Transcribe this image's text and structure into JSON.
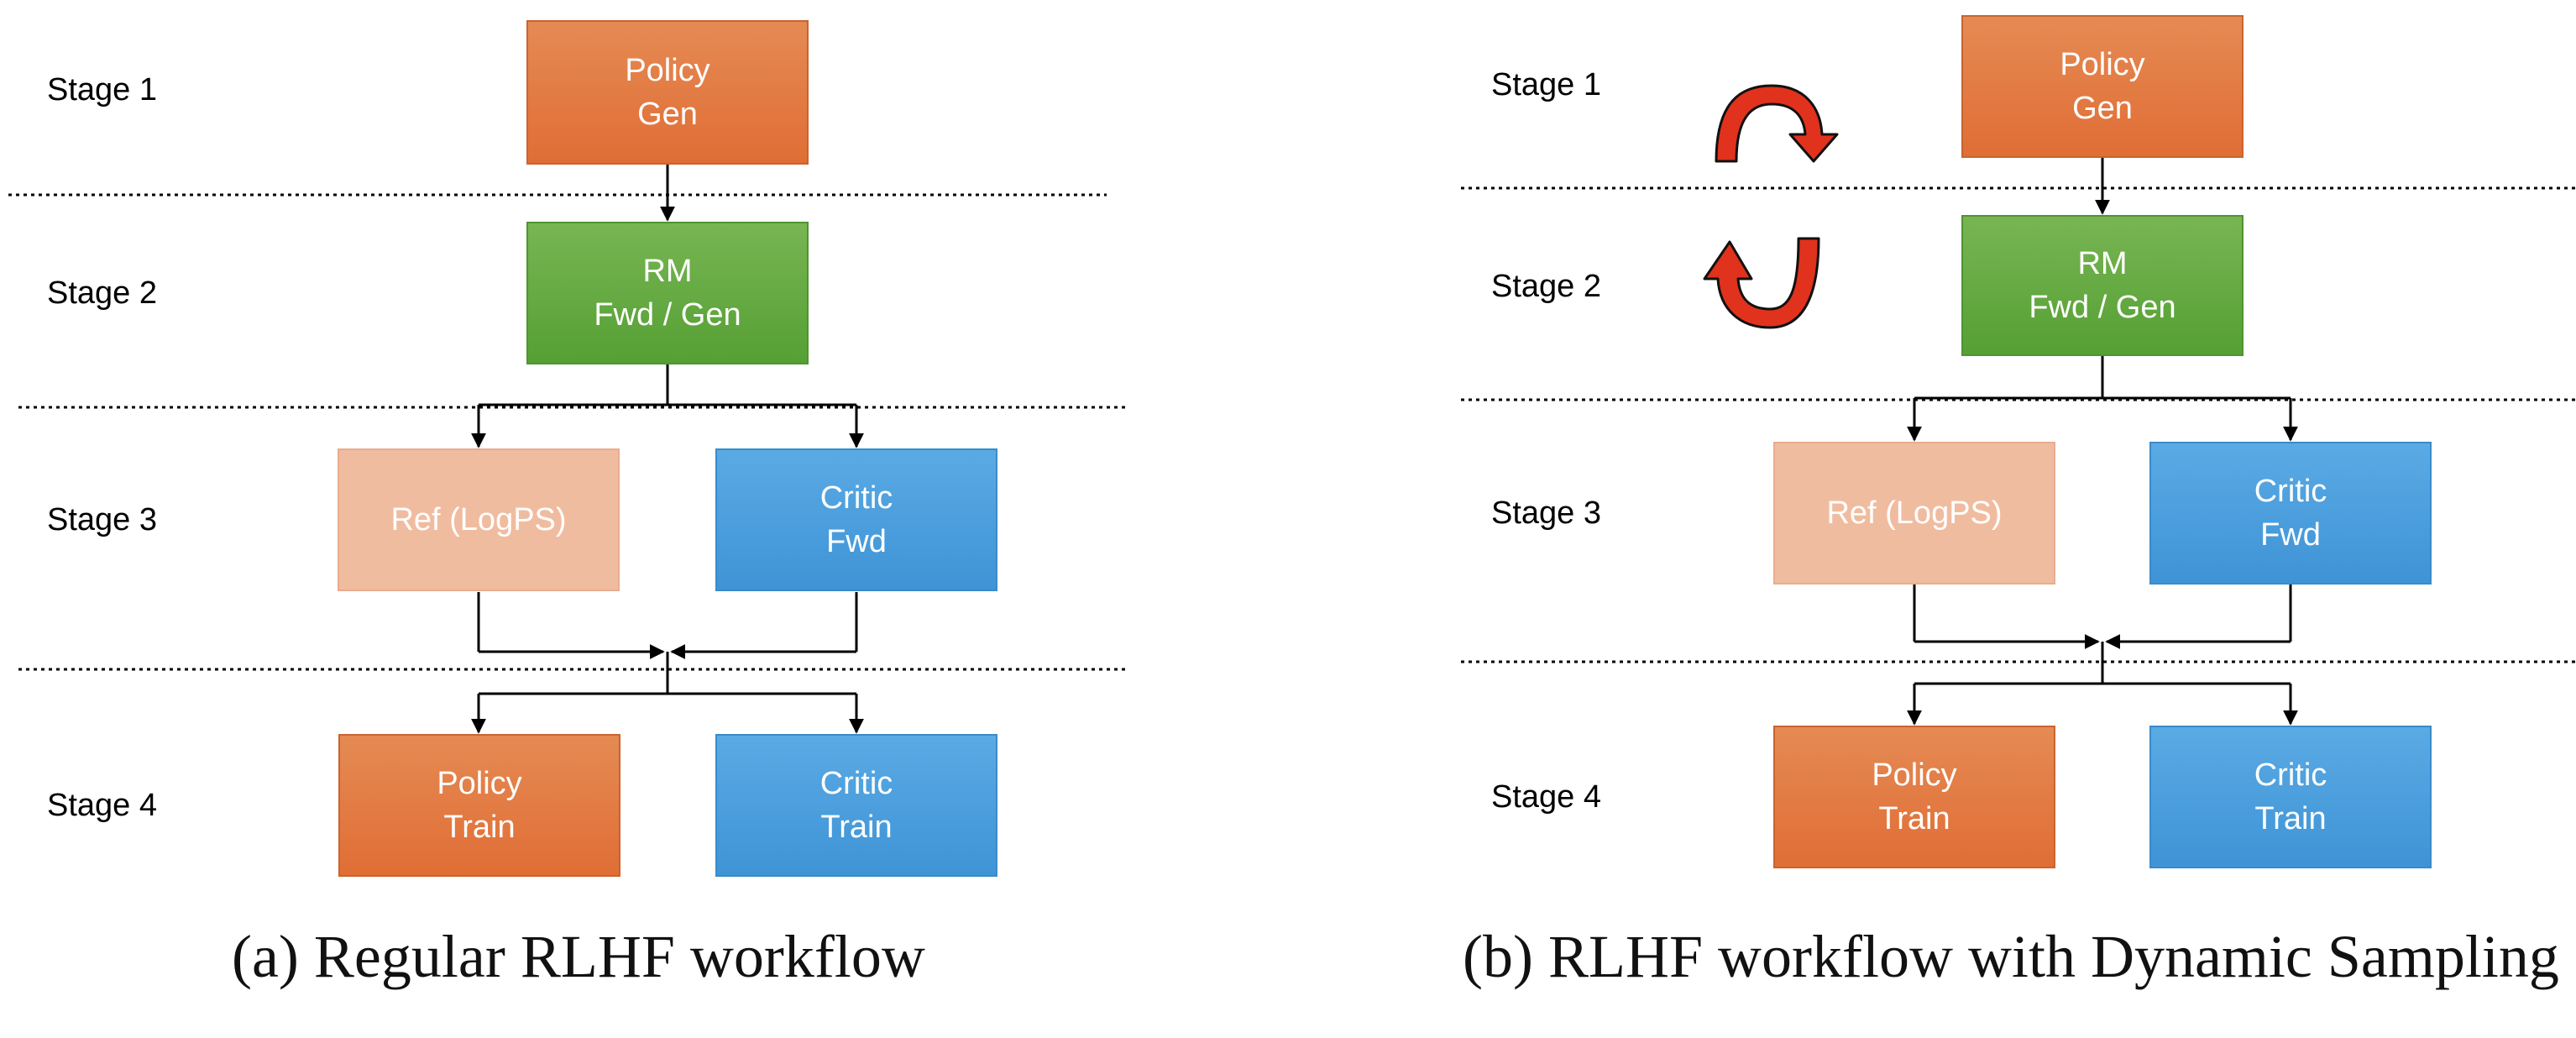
{
  "colors": {
    "orange": "#e06e35",
    "green": "#55a034",
    "peach": "#f0bca0",
    "blue": "#3f94d6",
    "cycle_arrow": "#e0321c"
  },
  "panel_a": {
    "stages": [
      "Stage 1",
      "Stage 2",
      "Stage 3",
      "Stage 4"
    ],
    "nodes": {
      "policy_gen": [
        "Policy",
        "Gen"
      ],
      "rm": [
        "RM",
        "Fwd / Gen"
      ],
      "ref": [
        "Ref (LogPS)"
      ],
      "critic_fwd": [
        "Critic",
        "Fwd"
      ],
      "policy_train": [
        "Policy",
        "Train"
      ],
      "critic_train": [
        "Critic",
        "Train"
      ]
    },
    "caption": "(a) Regular RLHF workflow"
  },
  "panel_b": {
    "stages": [
      "Stage 1",
      "Stage 2",
      "Stage 3",
      "Stage 4"
    ],
    "nodes": {
      "policy_gen": [
        "Policy",
        "Gen"
      ],
      "rm": [
        "RM",
        "Fwd / Gen"
      ],
      "ref": [
        "Ref (LogPS)"
      ],
      "critic_fwd": [
        "Critic",
        "Fwd"
      ],
      "policy_train": [
        "Policy",
        "Train"
      ],
      "critic_train": [
        "Critic",
        "Train"
      ]
    },
    "caption": "(b) RLHF workflow with Dynamic Sampling"
  }
}
